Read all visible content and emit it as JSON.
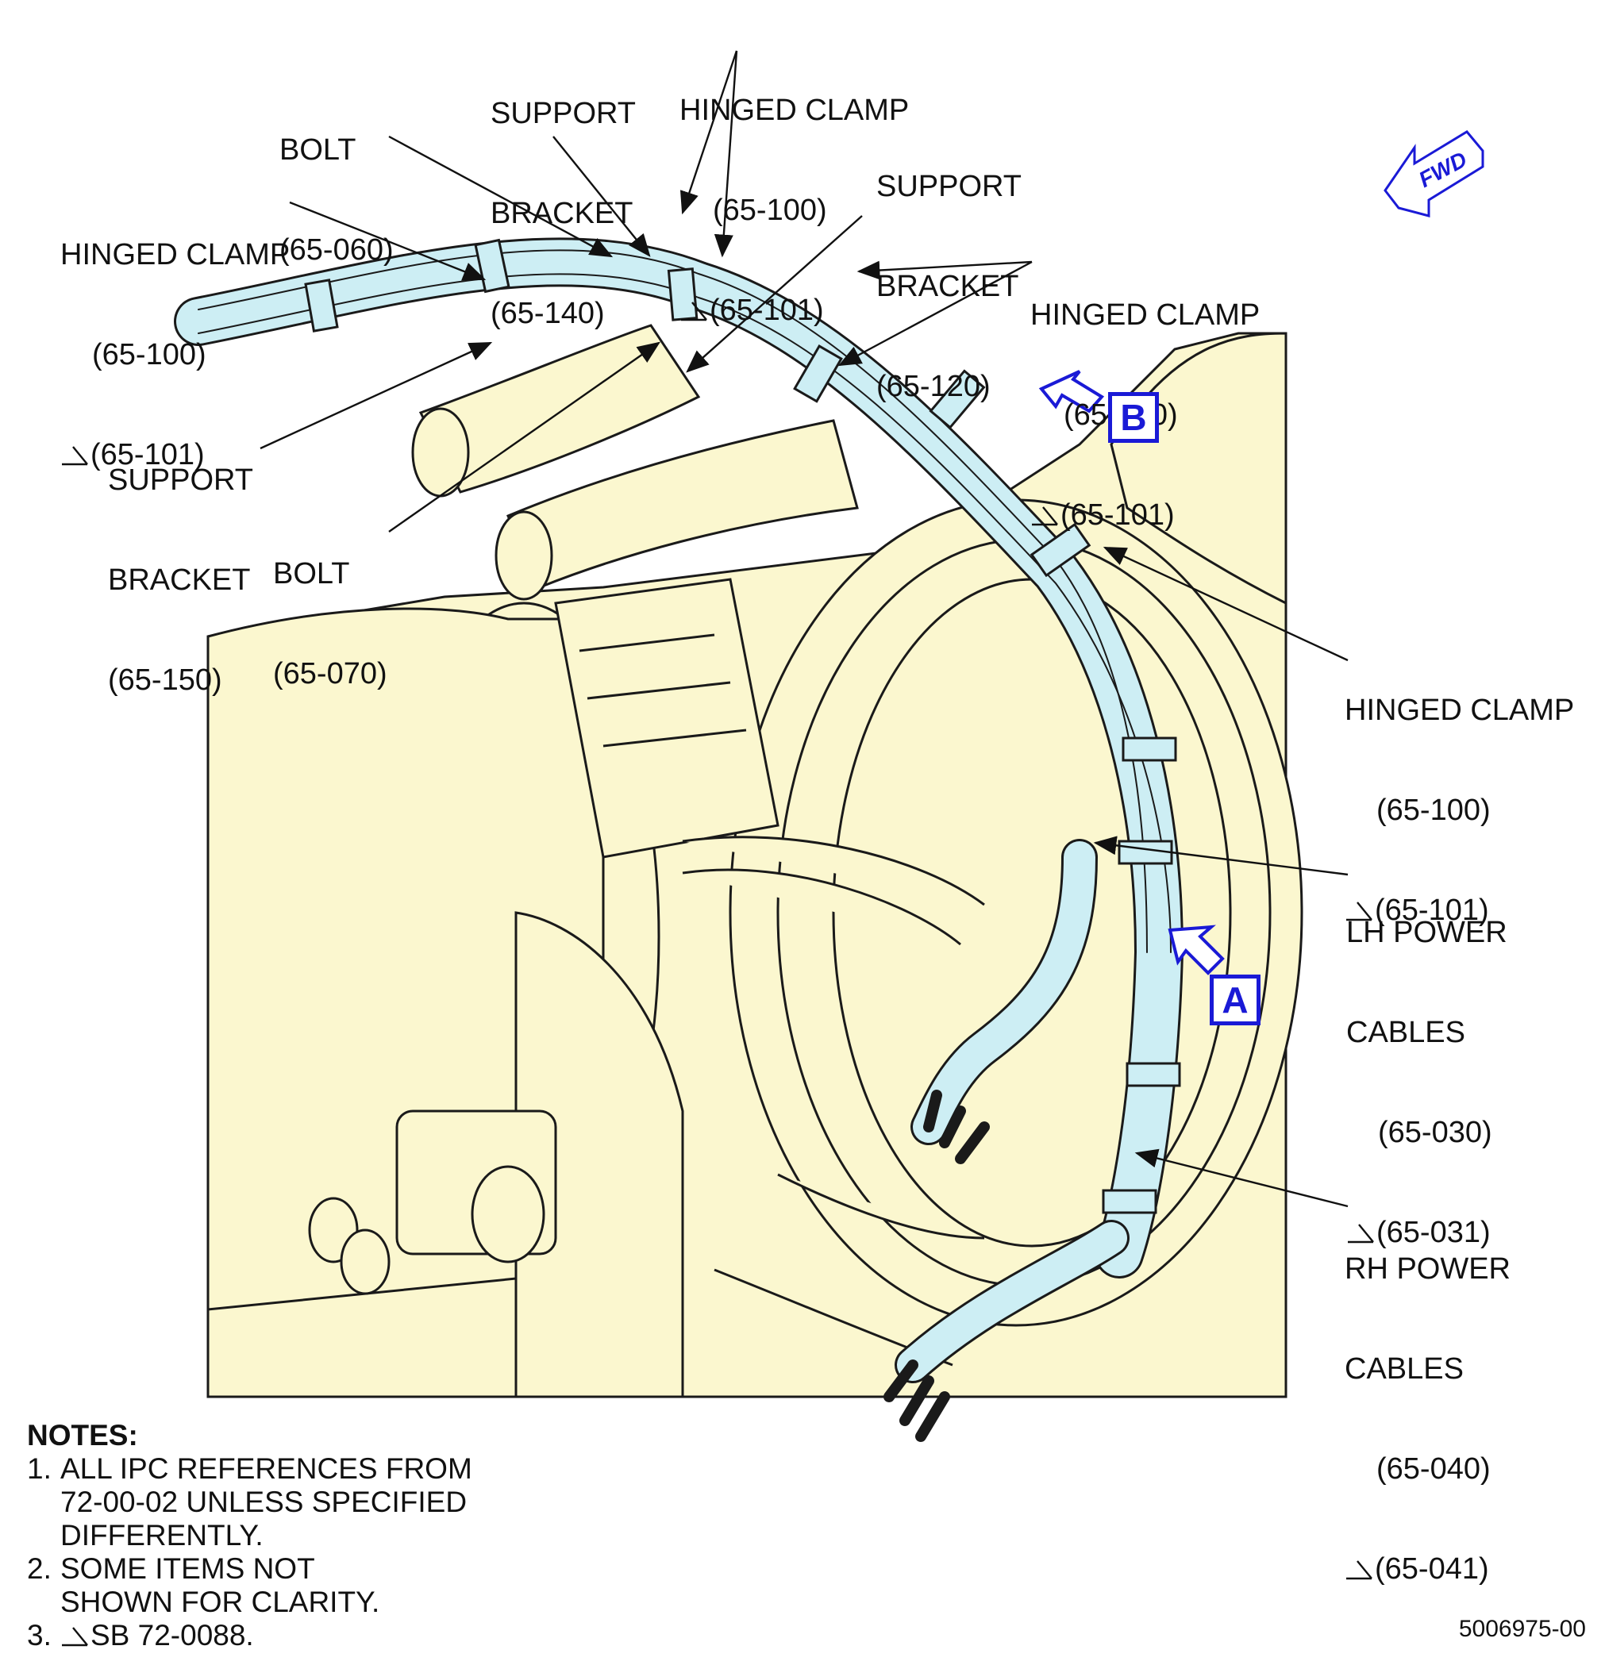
{
  "callouts": {
    "hinged_clamp_upper_left": {
      "name": "HINGED CLAMP",
      "ref1": "(65-100)",
      "ref2": "(65-101)"
    },
    "bolt_060": {
      "name": "BOLT",
      "ref1": "(65-060)"
    },
    "support_bracket_140": {
      "name1": "SUPPORT",
      "name2": "BRACKET",
      "ref1": "(65-140)"
    },
    "hinged_clamp_top": {
      "name": "HINGED CLAMP",
      "ref1": "(65-100)",
      "ref2": "(65-101)"
    },
    "support_bracket_120": {
      "name1": "SUPPORT",
      "name2": "BRACKET",
      "ref1": "(65-120)"
    },
    "hinged_clamp_upper_right": {
      "name": "HINGED CLAMP",
      "ref1": "(65-100)",
      "ref2": "(65-101)"
    },
    "support_bracket_150": {
      "name1": "SUPPORT",
      "name2": "BRACKET",
      "ref1": "(65-150)"
    },
    "bolt_070": {
      "name": "BOLT",
      "ref1": "(65-070)"
    },
    "hinged_clamp_right": {
      "name": "HINGED CLAMP",
      "ref1": "(65-100)",
      "ref2": "(65-101)"
    },
    "lh_power_cables": {
      "name1": "LH POWER",
      "name2": "CABLES",
      "ref1": "(65-030)",
      "ref2": "(65-031)"
    },
    "rh_power_cables": {
      "name1": "RH POWER",
      "name2": "CABLES",
      "ref1": "(65-040)",
      "ref2": "(65-041)"
    }
  },
  "view_labels": {
    "a": "A",
    "b": "B"
  },
  "fwd": "FWD",
  "notes": {
    "title": "NOTES:",
    "items": [
      {
        "num": "1.",
        "lines": [
          "ALL IPC REFERENCES FROM",
          "72-00-02 UNLESS SPECIFIED",
          "DIFFERENTLY."
        ]
      },
      {
        "num": "2.",
        "lines": [
          "SOME ITEMS NOT",
          "SHOWN FOR CLARITY."
        ]
      },
      {
        "num": "3.",
        "text": "SB 72-0088."
      }
    ]
  },
  "doc_number": "5006975-00",
  "colors": {
    "engine_fill": "#fbf7cf",
    "cable_fill": "#cdeef4",
    "outline": "#1a1a1a",
    "view_blue": "#1a1ad6"
  }
}
